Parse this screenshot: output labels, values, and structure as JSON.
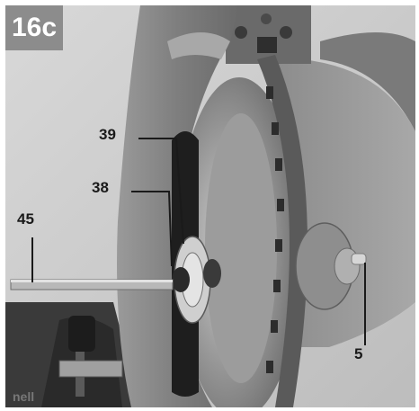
{
  "figure": {
    "label": "16c"
  },
  "callouts": {
    "c39": "39",
    "c38": "38",
    "c45": "45",
    "c5": "5"
  },
  "colors": {
    "badge": "#8c8c8c",
    "photo_gray": "#8a8a8a"
  }
}
